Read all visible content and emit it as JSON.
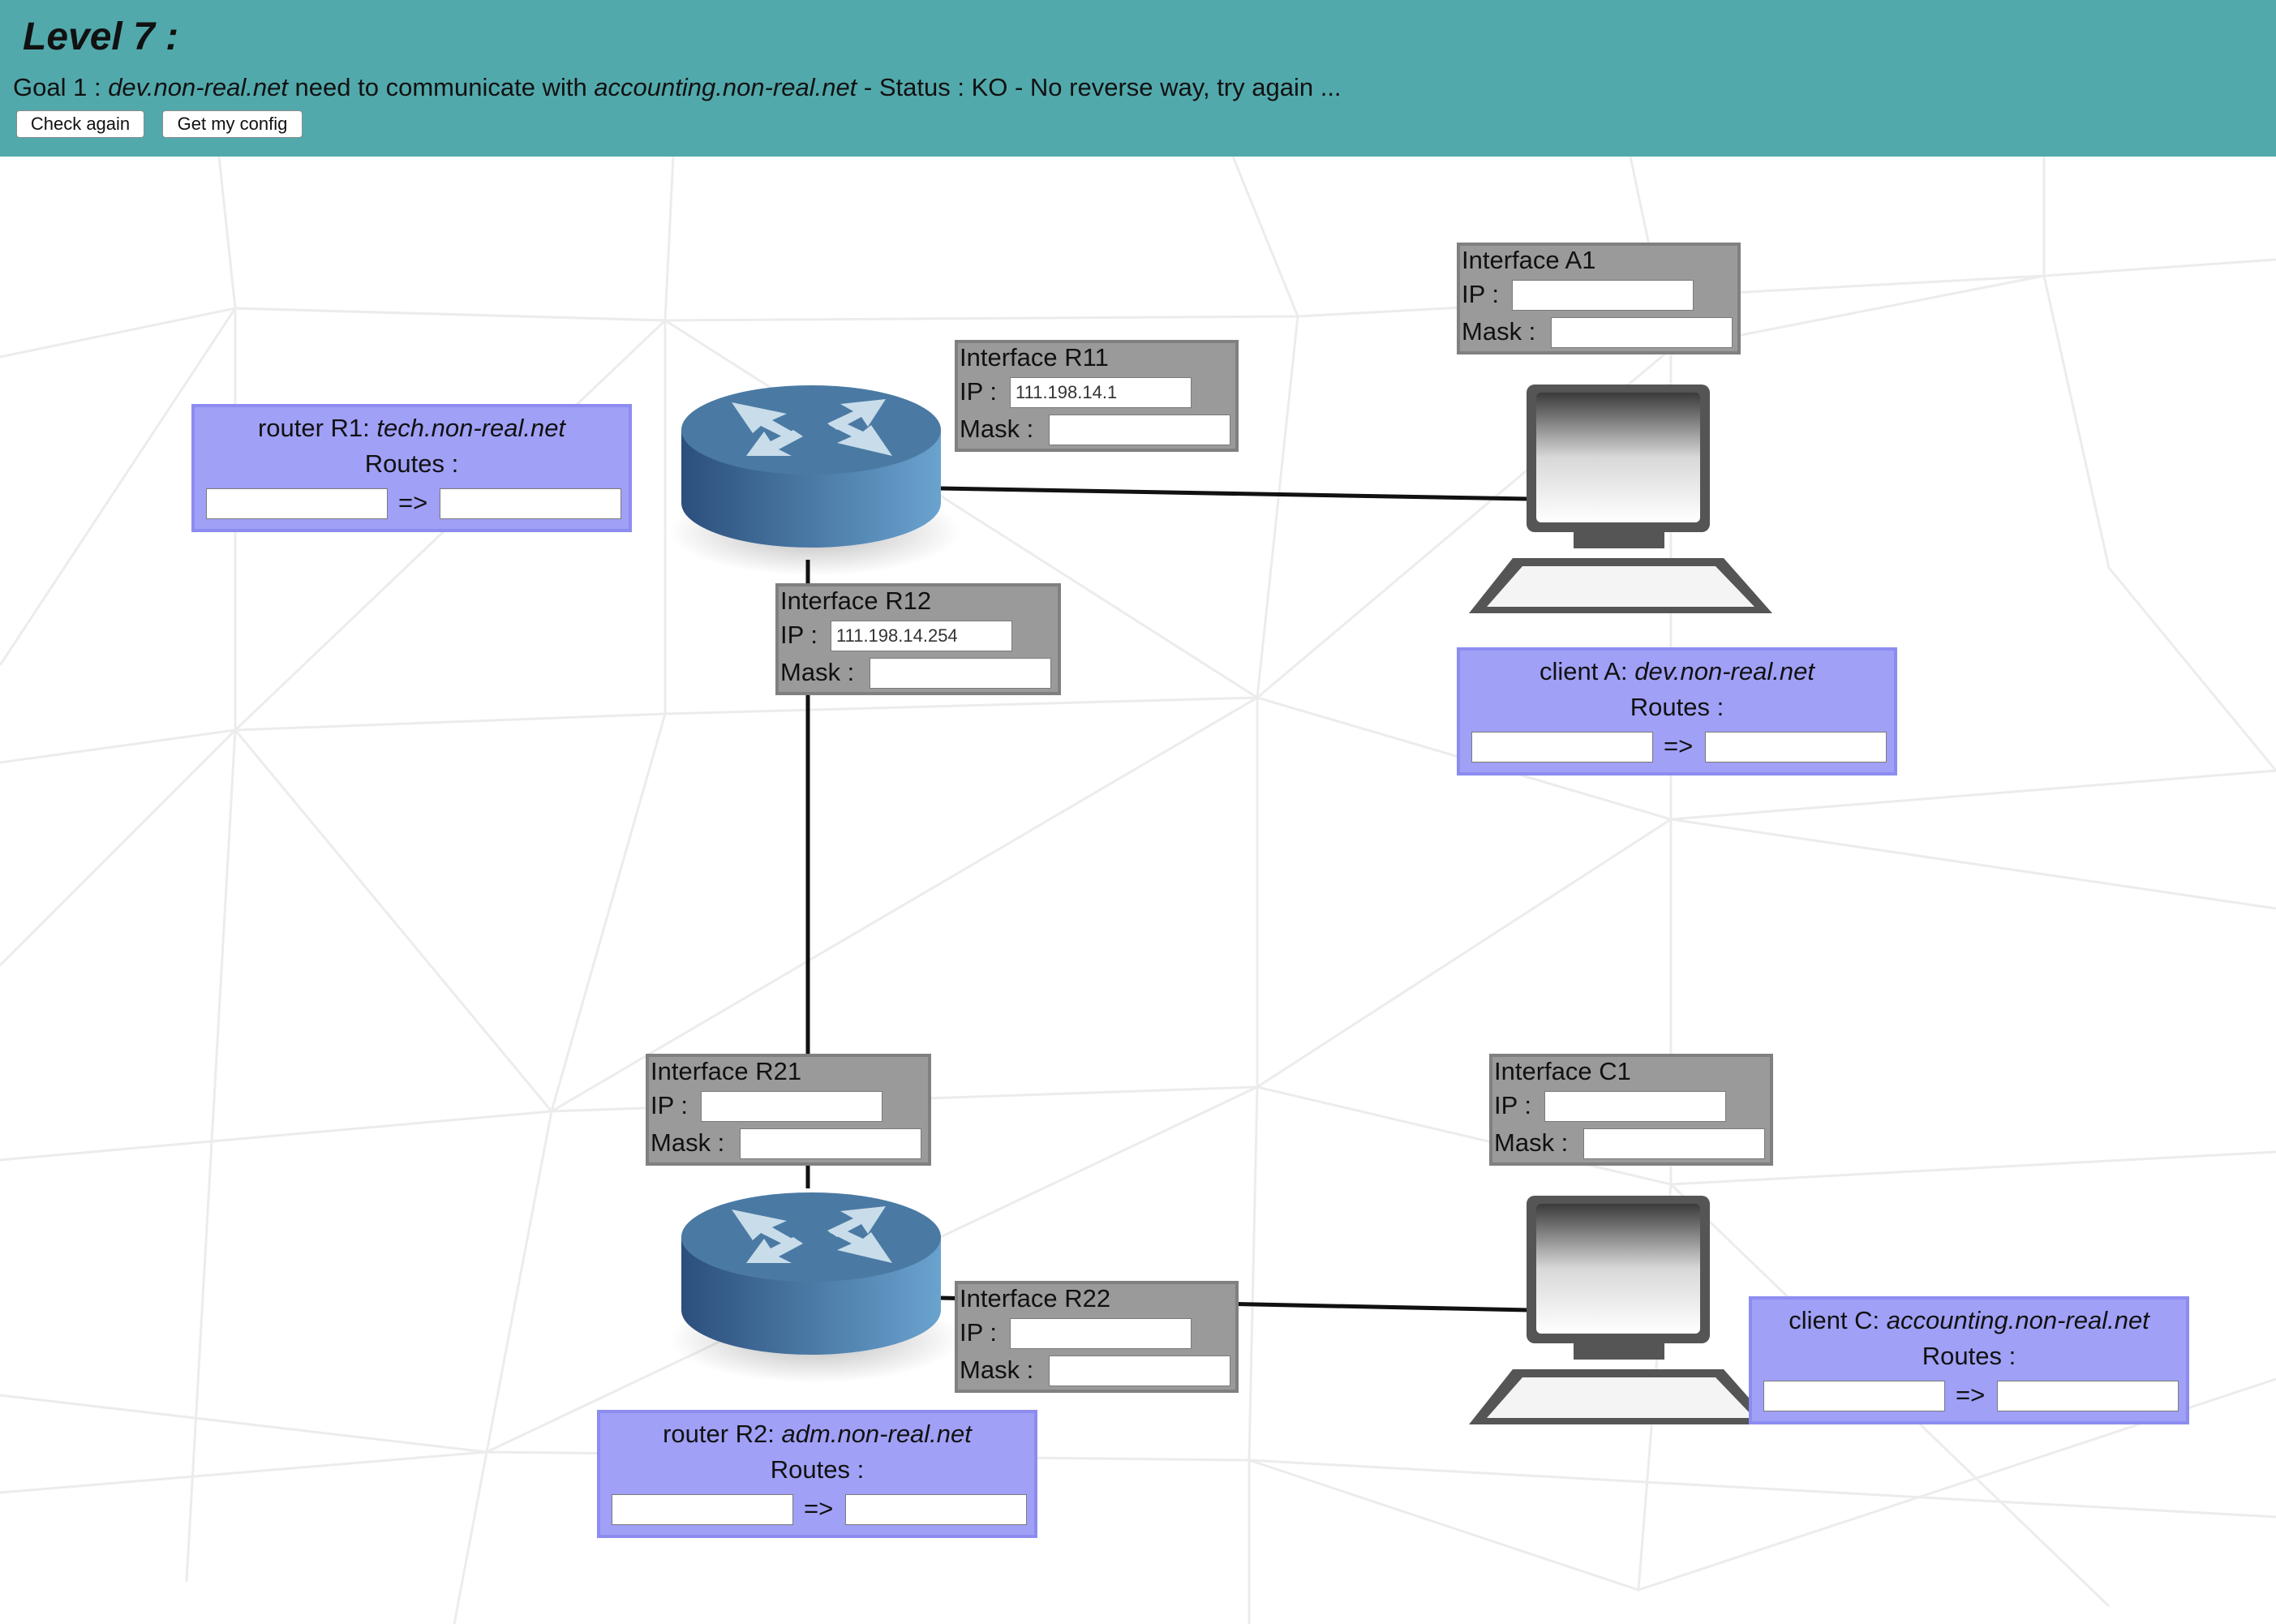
{
  "header": {
    "level_title": "Level 7 :",
    "goal": {
      "prefix": "Goal 1 : ",
      "source": "dev.non-real.net",
      "middle": " need to communicate with ",
      "target": "accounting.non-real.net",
      "status": " - Status : KO - No reverse way, try again ..."
    },
    "check_button": "Check again",
    "config_button": "Get my config",
    "bg_color": "#52a9ac"
  },
  "labels": {
    "ip": "IP :",
    "mask": "Mask :",
    "routes": "Routes :",
    "arrow": "=>"
  },
  "interfaces": {
    "a1": {
      "title": "Interface A1",
      "ip": "",
      "mask": ""
    },
    "r11": {
      "title": "Interface R11",
      "ip": "111.198.14.1",
      "mask": ""
    },
    "r12": {
      "title": "Interface R12",
      "ip": "111.198.14.254",
      "mask": ""
    },
    "r21": {
      "title": "Interface R21",
      "ip": "",
      "mask": ""
    },
    "r22": {
      "title": "Interface R22",
      "ip": "",
      "mask": ""
    },
    "c1": {
      "title": "Interface C1",
      "ip": "",
      "mask": ""
    }
  },
  "nodes": {
    "router_r1": {
      "label": "router R1: ",
      "host": "tech.non-real.net",
      "route_from": "",
      "route_to": ""
    },
    "client_a": {
      "label": "client A: ",
      "host": "dev.non-real.net",
      "route_from": "",
      "route_to": ""
    },
    "router_r2": {
      "label": "router R2: ",
      "host": "adm.non-real.net",
      "route_from": "",
      "route_to": ""
    },
    "client_c": {
      "label": "client C: ",
      "host": "accounting.non-real.net",
      "route_from": "",
      "route_to": ""
    }
  },
  "colors": {
    "router_top": "#4a7aa3",
    "router_side_dark": "#2c4f7c",
    "router_side_light": "#6aa3cf",
    "route_box_bg": "#a0a0f7",
    "interface_bg": "#9a9a9a",
    "link": "#111111"
  },
  "icons": [
    "router-icon",
    "computer-icon"
  ]
}
